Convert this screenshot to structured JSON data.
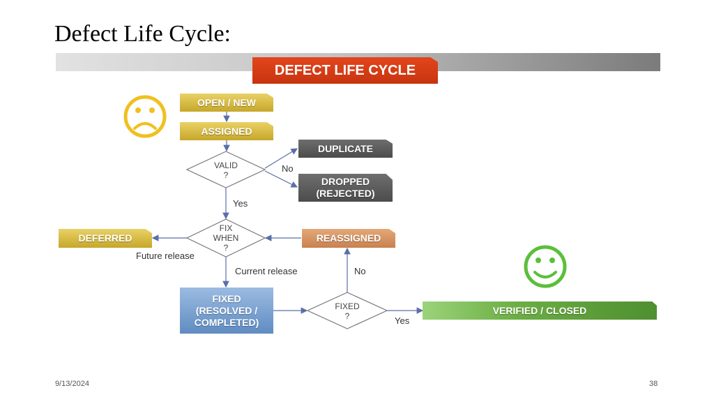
{
  "slide": {
    "title": "Defect Life Cycle:",
    "date": "9/13/2024",
    "page_number": "38"
  },
  "diagram": {
    "banner": "DEFECT LIFE CYCLE",
    "nodes": {
      "open_new": "OPEN / NEW",
      "assigned": "ASSIGNED",
      "duplicate": "DUPLICATE",
      "dropped_line1": "DROPPED",
      "dropped_line2": "(REJECTED)",
      "deferred": "DEFERRED",
      "reassigned": "REASSIGNED",
      "fixed_line1": "FIXED",
      "fixed_line2": "(RESOLVED /",
      "fixed_line3": "COMPLETED)",
      "verified_closed": "VERIFIED / CLOSED"
    },
    "decisions": {
      "valid_line1": "VALID",
      "valid_line2": "?",
      "fix_when_line1": "FIX",
      "fix_when_line2": "WHEN",
      "fix_when_line3": "?",
      "fixed_line1": "FIXED",
      "fixed_line2": "?"
    },
    "edge_labels": {
      "valid_no": "No",
      "valid_yes": "Yes",
      "future_release": "Future release",
      "current_release": "Current release",
      "fixed_no": "No",
      "fixed_yes": "Yes"
    },
    "icons": {
      "sad": "sad-face-icon",
      "happy": "happy-face-icon"
    },
    "colors": {
      "banner": "#d63d16",
      "yellow_box": "#d8bc45",
      "gray_box": "#5a5a5a",
      "orange_box": "#d8935f",
      "blue_box": "#7ca3d2",
      "green_box": "#6cae44",
      "sad_face": "#f0c020",
      "happy_face": "#5bbf3a",
      "arrow": "#5a6fa8"
    }
  }
}
